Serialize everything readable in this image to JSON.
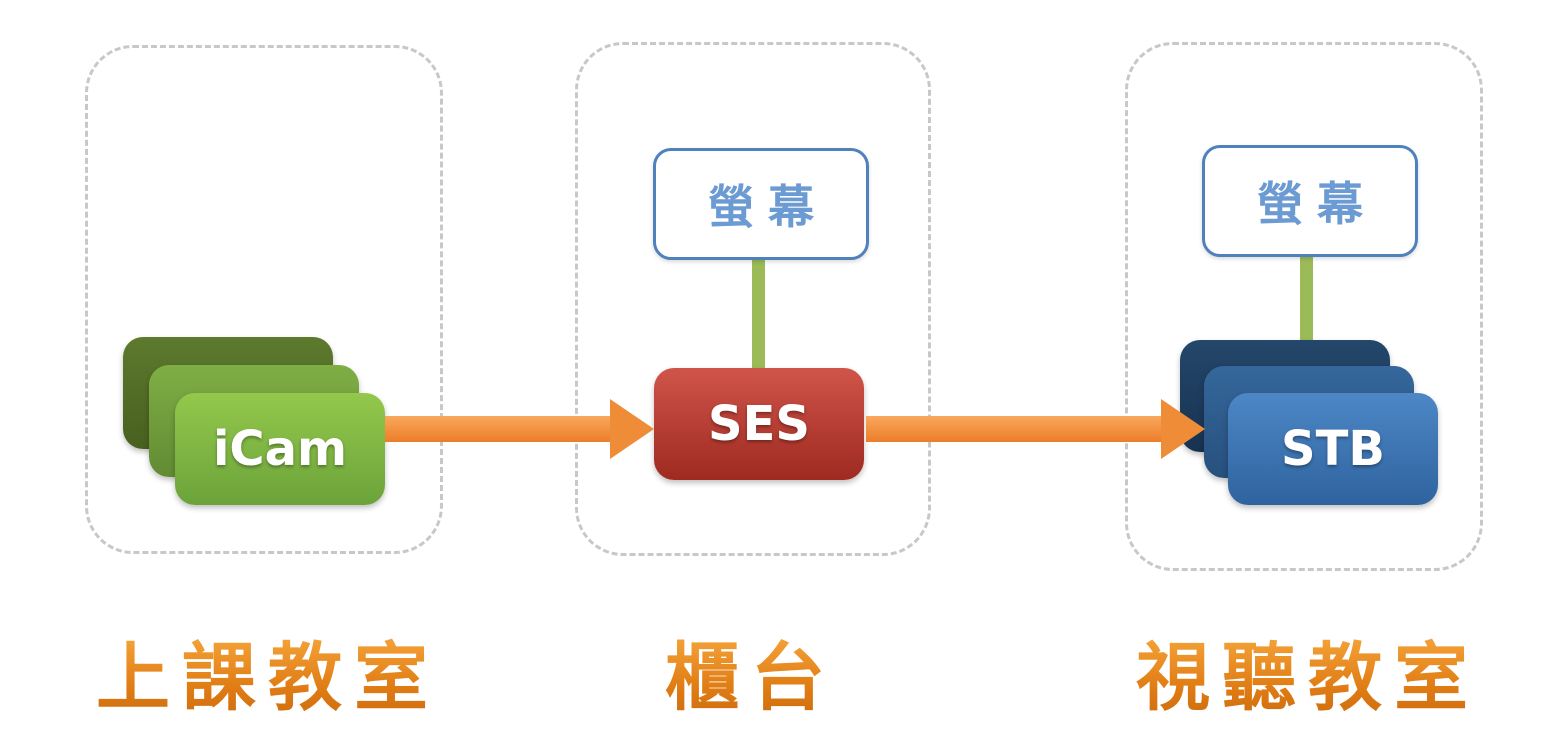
{
  "diagram": {
    "groups": {
      "classroom": {
        "caption": "上課教室",
        "device": "iCam"
      },
      "counter": {
        "caption": "櫃台",
        "device": "SES",
        "screen": "螢幕"
      },
      "av_room": {
        "caption": "視聽教室",
        "device": "STB",
        "screen": "螢幕"
      }
    },
    "colors": {
      "green_front": "#7db842",
      "green_back": "#4f6a26",
      "red": "#b93229",
      "blue_front": "#3a76b9",
      "blue_back": "#1c3e5e",
      "arrow_orange": "#ef8c37",
      "connector_green": "#9bbb59",
      "screen_border_blue": "#4f81bd",
      "screen_text_blue": "#6b9bd2",
      "caption_orange": "#e8832a",
      "dashed_border_gray": "#c8c8c8"
    }
  }
}
